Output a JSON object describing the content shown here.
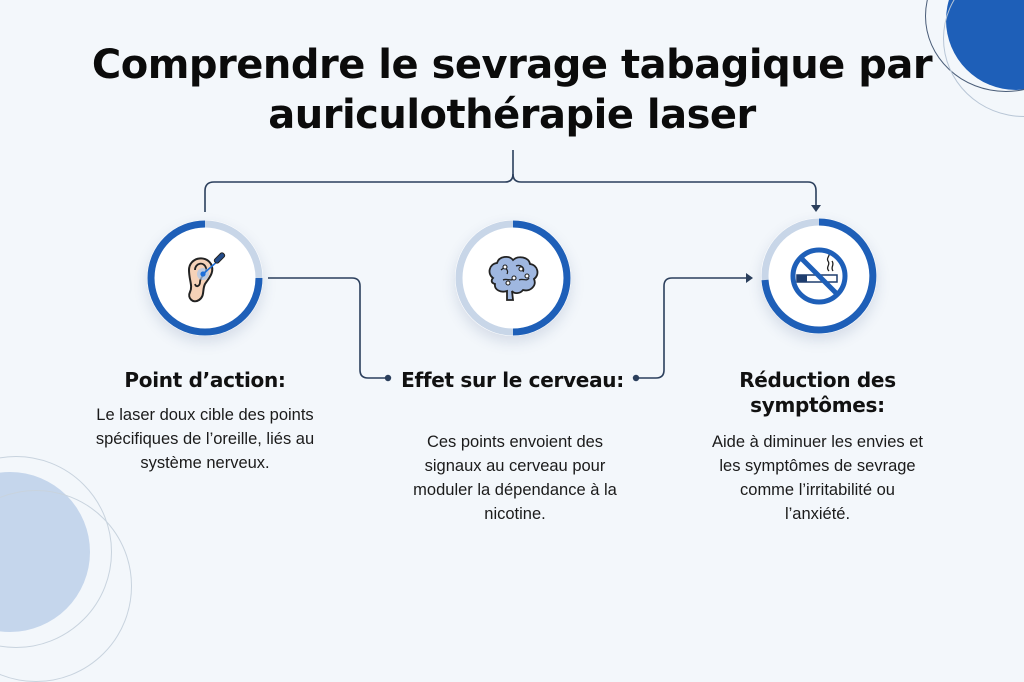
{
  "title": {
    "line1": "Comprendre le sevrage tabagique par",
    "line2": "auriculothérapie laser"
  },
  "colors": {
    "background": "#f3f7fb",
    "accent": "#1e5fb8",
    "ring_light": "#c8d6e8",
    "connector": "#2b3f5c",
    "deco_dark": "#1e5fb8",
    "deco_light": "#c5d6ec"
  },
  "steps": [
    {
      "icon": "ear-laser-icon",
      "heading": "Point d’action:",
      "description_lines": [
        "Le laser doux cible des points",
        "spécifiques de l’oreille, liés au",
        "système nerveux."
      ]
    },
    {
      "icon": "brain-icon",
      "heading": "Effet sur le cerveau:",
      "description_lines": [
        "Ces points envoient des",
        "signaux au cerveau pour",
        "moduler la dépendance à la",
        "nicotine."
      ]
    },
    {
      "icon": "no-smoking-icon",
      "heading_lines": [
        "Réduction des",
        "symptômes:"
      ],
      "description_lines": [
        "Aide à diminuer les envies et",
        "les symptômes de sevrage",
        "comme l’irritabilité ou",
        "l’anxiété."
      ]
    }
  ]
}
